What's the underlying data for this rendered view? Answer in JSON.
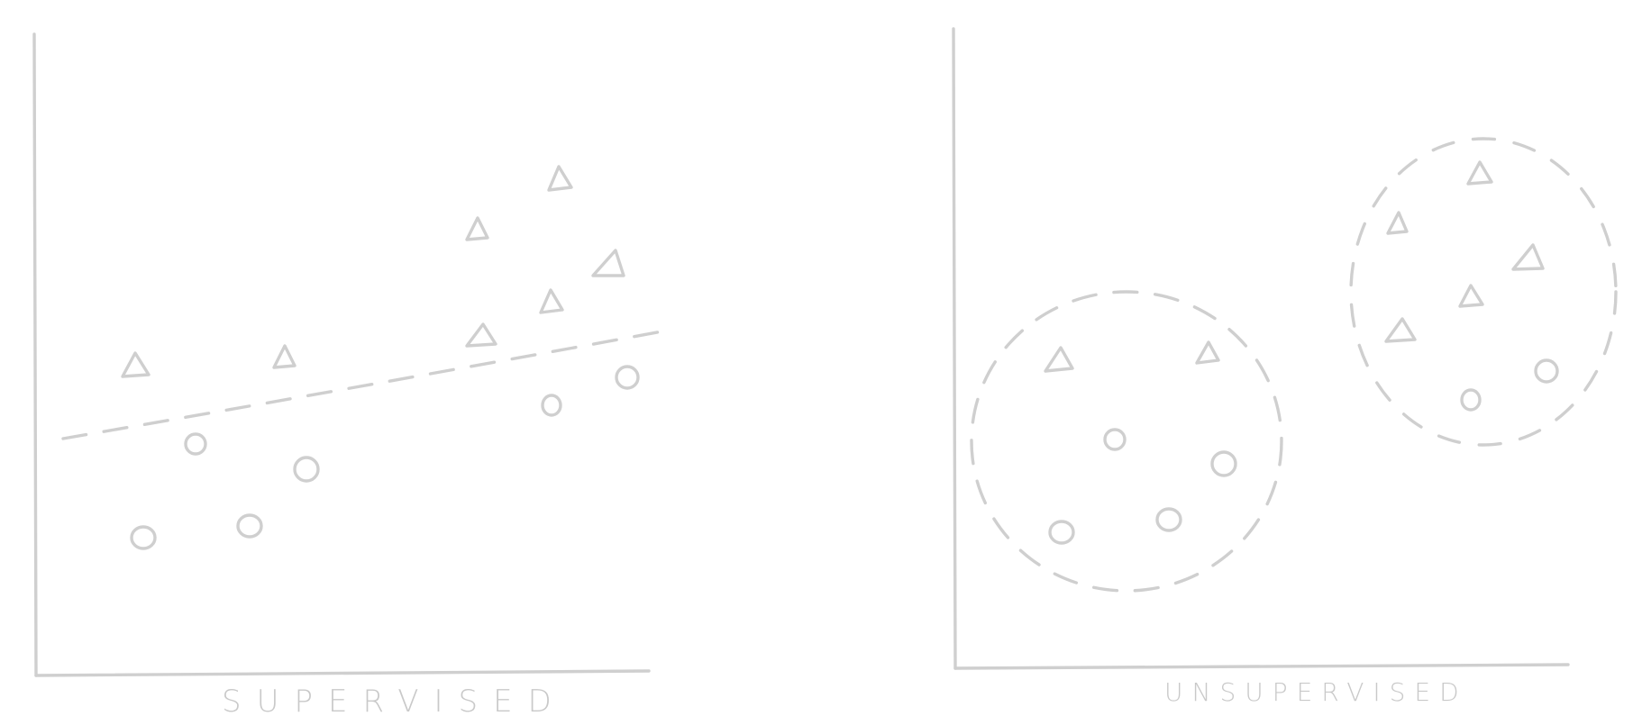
{
  "panels": [
    {
      "id": "supervised",
      "label": "SUPERVISED",
      "boundary": "line"
    },
    {
      "id": "unsupervised",
      "label": "UNSUPERVISED",
      "boundary": "two-circles"
    }
  ],
  "colors": {
    "ink": "#cfcfcf",
    "background": "#ffffff"
  }
}
